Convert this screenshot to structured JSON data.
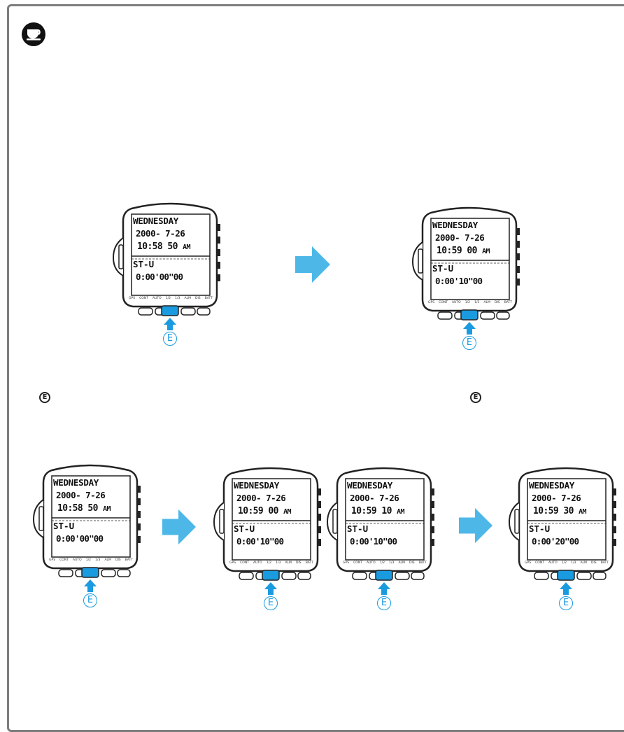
{
  "colors": {
    "accent": "#1a9be0",
    "arrow": "#4db8e8",
    "frame": "#7d7d7d"
  },
  "icon": "coffee-cup-icon",
  "button_labels": [
    "GPS",
    "CONT",
    "AUTO",
    "1/2",
    "1/3",
    "ALM",
    "DIS",
    "BATT"
  ],
  "press_label": "E",
  "note_label": "E",
  "watches": [
    {
      "line1": "WEDNESDAY",
      "line2": "2000- 7-26",
      "line3": "10:58 50",
      "ampm": "AM",
      "line4": "ST-U",
      "line5": "0:00'00\"00"
    },
    {
      "line1": "WEDNESDAY",
      "line2": "2000- 7-26",
      "line3": "10:59 00",
      "ampm": "AM",
      "line4": "ST-U",
      "line5": "0:00'10\"00"
    },
    {
      "line1": "WEDNESDAY",
      "line2": "2000- 7-26",
      "line3": "10:58 50",
      "ampm": "AM",
      "line4": "ST-U",
      "line5": "0:00'00\"00"
    },
    {
      "line1": "WEDNESDAY",
      "line2": "2000- 7-26",
      "line3": "10:59 00",
      "ampm": "AM",
      "line4": "ST-U",
      "line5": "0:00'10\"00"
    },
    {
      "line1": "WEDNESDAY",
      "line2": "2000- 7-26",
      "line3": "10:59 10",
      "ampm": "AM",
      "line4": "ST-U",
      "line5": "0:00'10\"00"
    },
    {
      "line1": "WEDNESDAY",
      "line2": "2000- 7-26",
      "line3": "10:59 30",
      "ampm": "AM",
      "line4": "ST-U",
      "line5": "0:00'20\"00"
    }
  ]
}
